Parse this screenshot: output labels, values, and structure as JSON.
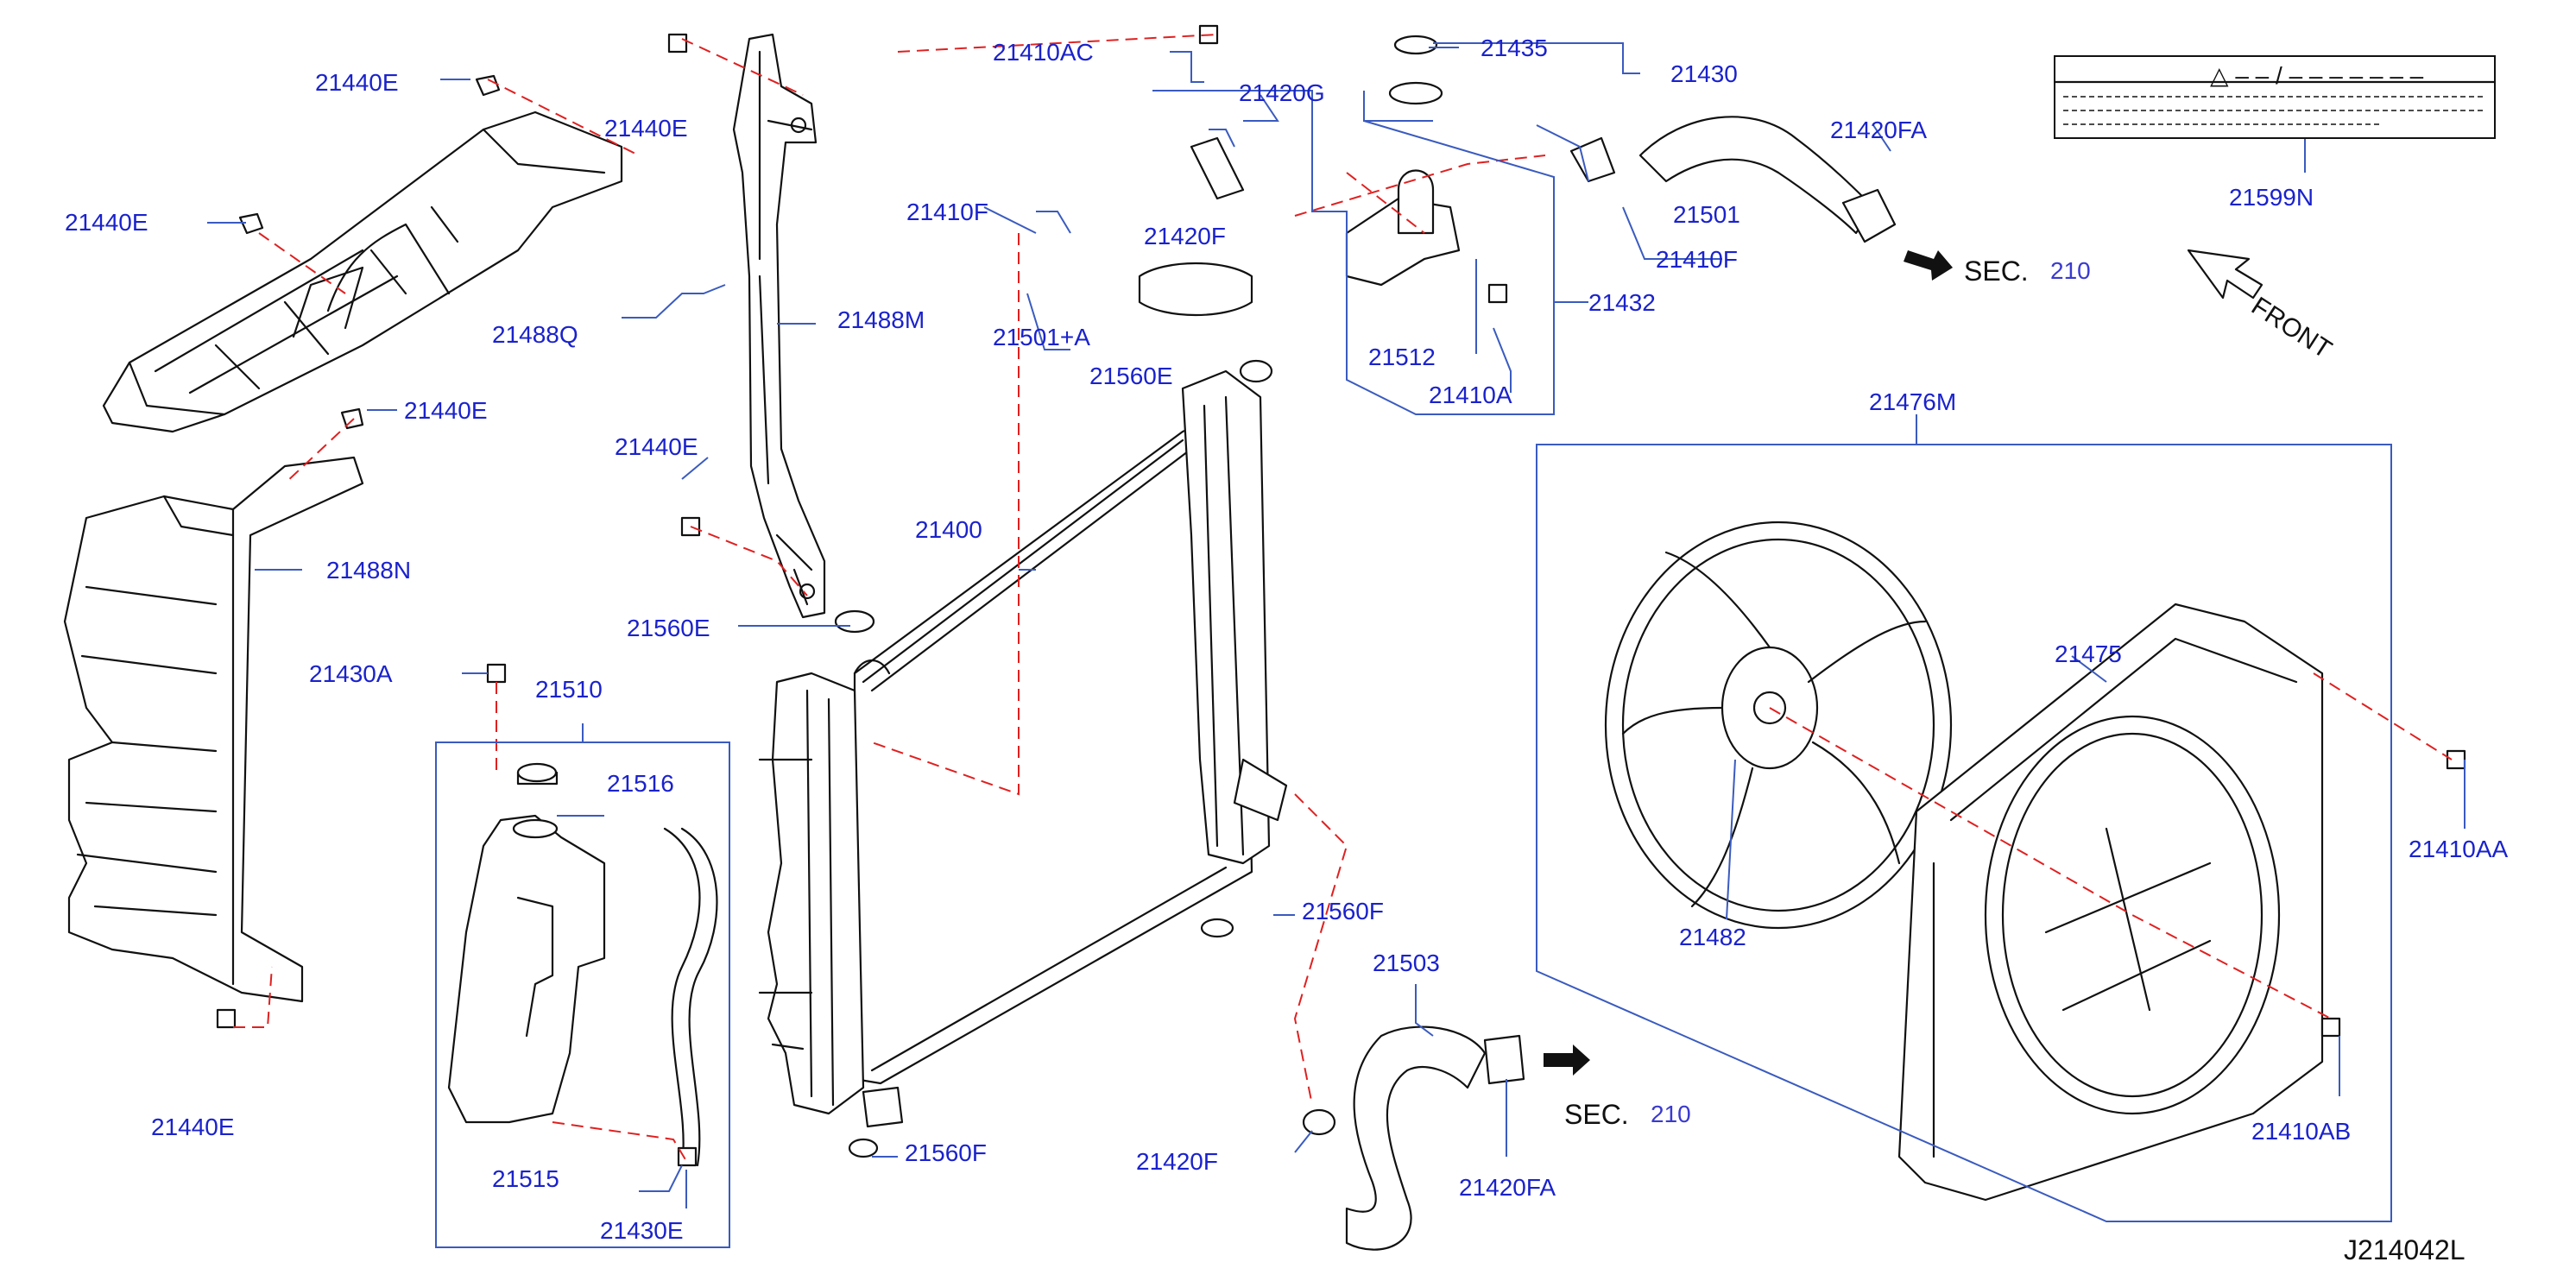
{
  "diagram_id": "J214042L",
  "front_label": "FRONT",
  "sec_prefix": "SEC.",
  "sec_number": "210",
  "caution_label_header": "△ – – / – – – – – – –",
  "colors": {
    "callout": "#1a22cc",
    "leader": "#3a5bbf",
    "dashed": "#e02020",
    "line_art": "#111111"
  },
  "parts": {
    "p21440E": "21440E",
    "p21488Q": "21488Q",
    "p21488M": "21488M",
    "p21488N": "21488N",
    "p21430A": "21430A",
    "p21510": "21510",
    "p21516": "21516",
    "p21515": "21515",
    "p21430E": "21430E",
    "p21410AC": "21410AC",
    "p21420G": "21420G",
    "p21435": "21435",
    "p21430": "21430",
    "p21410F": "21410F",
    "p21420F": "21420F",
    "p21501A": "21501+A",
    "p21560E": "21560E",
    "p21400": "21400",
    "p21512": "21512",
    "p21410A": "21410A",
    "p21432": "21432",
    "p21501": "21501",
    "p21420FA": "21420FA",
    "p21599N": "21599N",
    "p21476M": "21476M",
    "p21475": "21475",
    "p21482": "21482",
    "p21410AA": "21410AA",
    "p21410AB": "21410AB",
    "p21560F": "21560F",
    "p21503": "21503"
  }
}
